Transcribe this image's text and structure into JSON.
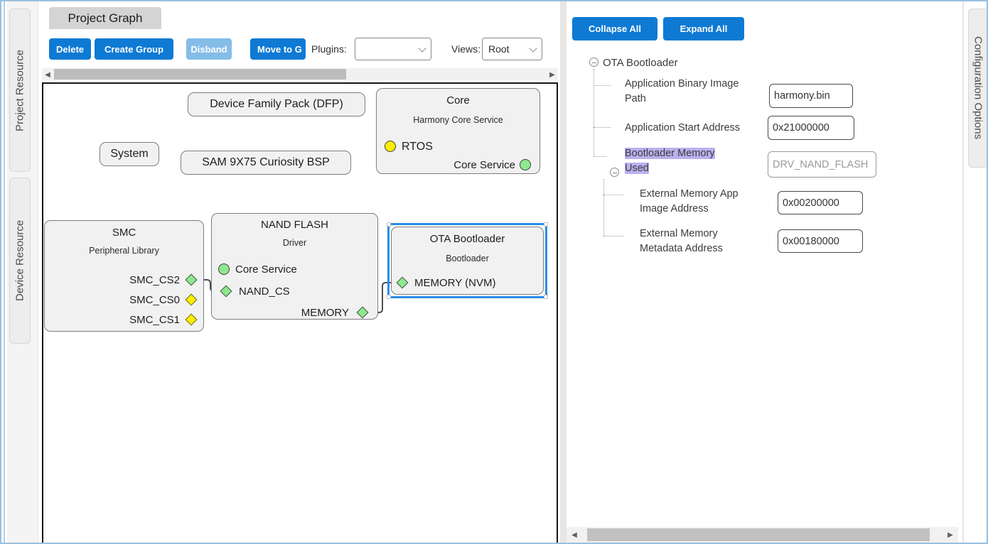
{
  "left_tabs": {
    "project_resource": "Project Resource",
    "device_resource": "Device Resource"
  },
  "graph_panel": {
    "tab_label": "Project Graph",
    "toolbar": {
      "delete_label": "Delete",
      "create_group_label": "Create Group",
      "disband_label": "Disband",
      "move_to_label": "Move to G",
      "plugins_label": "Plugins:",
      "plugins_value": "",
      "views_label": "Views:",
      "views_value": "Root"
    },
    "nodes": {
      "dfp": {
        "title": "Device Family Pack (DFP)"
      },
      "system": {
        "title": "System"
      },
      "bsp": {
        "title": "SAM 9X75 Curiosity BSP"
      },
      "core": {
        "title": "Core",
        "subtitle": "Harmony Core Service",
        "ports": {
          "rtos": "RTOS",
          "core_service": "Core Service"
        }
      },
      "smc": {
        "title": "SMC",
        "subtitle": "Peripheral Library",
        "ports": {
          "cs2": "SMC_CS2",
          "cs0": "SMC_CS0",
          "cs1": "SMC_CS1"
        }
      },
      "nand": {
        "title": "NAND FLASH",
        "subtitle": "Driver",
        "ports": {
          "core_service": "Core Service",
          "nand_cs": "NAND_CS",
          "memory": "MEMORY"
        }
      },
      "ota": {
        "title": "OTA Bootloader",
        "subtitle": "Bootloader",
        "ports": {
          "memory": "MEMORY (NVM)"
        }
      }
    }
  },
  "config_panel": {
    "collapse_all_label": "Collapse All",
    "expand_all_label": "Expand All",
    "tree": {
      "root_label": "OTA Bootloader",
      "items": [
        {
          "label": "Application Binary Image Path",
          "value": "harmony.bin"
        },
        {
          "label": "Application Start Address",
          "value": "0x21000000"
        },
        {
          "label": "Bootloader Memory Used",
          "value": "DRV_NAND_FLASH"
        },
        {
          "label": "External Memory App Image Address",
          "value": "0x00200000"
        },
        {
          "label": "External Memory Metadata Address",
          "value": "0x00180000"
        }
      ]
    }
  },
  "config_tab_label": "Configuration Options",
  "colors": {
    "accent_blue": "#0e7ad4",
    "disabled_blue": "#85bde9",
    "selection_blue": "#2a8ce8",
    "highlight_lavender": "#b9b1ee",
    "port_green": "#8ee88e",
    "port_yellow": "#ffee00"
  }
}
